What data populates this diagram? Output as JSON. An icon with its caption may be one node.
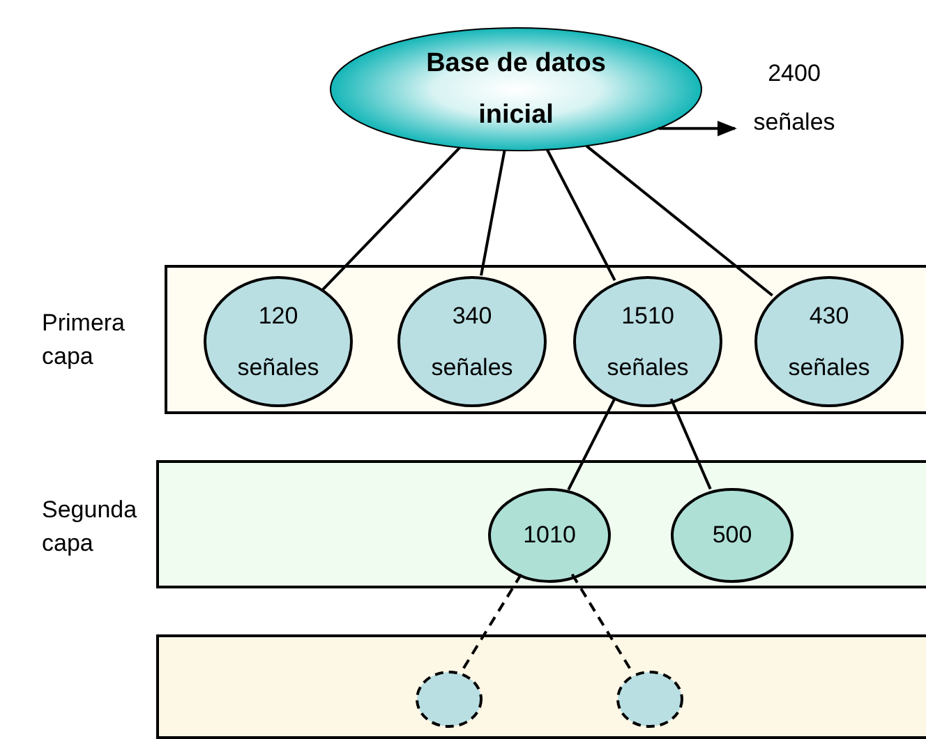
{
  "diagram": {
    "nodes": [
      {
        "text": [
          "Base de datos inicial"
        ]
      },
      {
        "text": [
          "2400 señales"
        ]
      },
      {
        "text": [
          "Primera capa"
        ]
      },
      {
        "text": [
          "120 señales"
        ],
        "in": 2
      },
      {
        "text": [
          "340 señales"
        ],
        "in": 2
      },
      {
        "text": [
          "1510 señales"
        ],
        "in": 2
      },
      {
        "text": [
          "430 señales"
        ],
        "in": 2
      },
      {
        "text": [
          "Segunda capa"
        ]
      },
      {
        "text": [
          "1010"
        ],
        "in": 7
      },
      {
        "text": [
          "500"
        ],
        "in": 7
      },
      {
        "text": [],
        "shape": "box"
      },
      {
        "text": [],
        "shape": "circle",
        "in": 10
      },
      {
        "text": [],
        "shape": "circle",
        "in": 10
      }
    ],
    "edges": [
      {
        "from": 0,
        "to": 1,
        "arrow": "to"
      },
      {
        "from": 0,
        "to": 3,
        "arrow": "none"
      },
      {
        "from": 0,
        "to": 4,
        "arrow": "none"
      },
      {
        "from": 0,
        "to": 5,
        "arrow": "none"
      },
      {
        "from": 0,
        "to": 6,
        "arrow": "none"
      },
      {
        "from": 5,
        "to": 8,
        "arrow": "none"
      },
      {
        "from": 5,
        "to": 9,
        "arrow": "none"
      },
      {
        "from": 8,
        "to": 11,
        "arrow": "none",
        "style": "dashed"
      },
      {
        "from": 8,
        "to": 12,
        "arrow": "none",
        "style": "dashed"
      }
    ]
  }
}
